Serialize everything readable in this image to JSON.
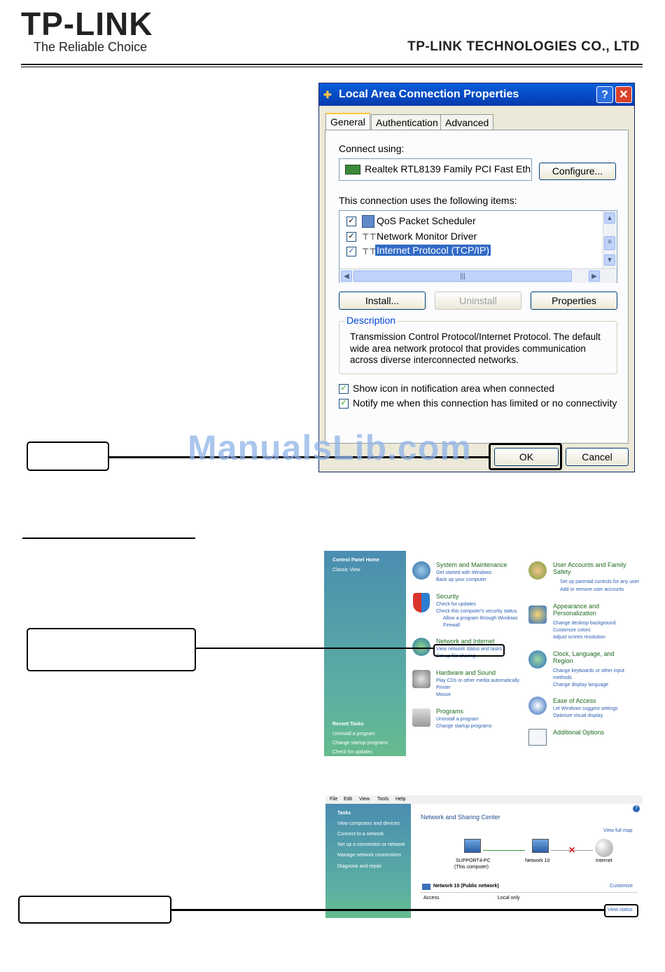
{
  "header": {
    "logo": "TP-LINK",
    "tagline": "The Reliable Choice",
    "company": "TP-LINK TECHNOLOGIES CO., LTD"
  },
  "watermark": "ManualsLib.com",
  "dialog": {
    "title": "Local Area Connection Properties",
    "help": "?",
    "close": "✕",
    "tabs": [
      "General",
      "Authentication",
      "Advanced"
    ],
    "connect_using_label": "Connect using:",
    "adapter": "Realtek RTL8139 Family PCI Fast Eth",
    "configure_button": "Configure...",
    "items_label": "This connection uses the following items:",
    "items": [
      "QoS Packet Scheduler",
      "Network Monitor Driver",
      "Internet Protocol (TCP/IP)"
    ],
    "install_button": "Install...",
    "uninstall_button": "Uninstall",
    "properties_button": "Properties",
    "description_legend": "Description",
    "description_text": "Transmission Control Protocol/Internet Protocol. The default wide area network protocol that provides communication across diverse interconnected networks.",
    "show_icon_label": "Show icon in notification area when connected",
    "notify_label": "Notify me when this connection has limited or no connectivity",
    "ok_button": "OK",
    "cancel_button": "Cancel"
  },
  "control_panel": {
    "sidebar_home": "Control Panel Home",
    "sidebar_classic": "Classic View",
    "recent_tasks": "Recent Tasks",
    "recent": [
      "Uninstall a program",
      "Change startup programs",
      "Check for updates"
    ],
    "left_categories": [
      {
        "title": "System and Maintenance",
        "links": [
          "Get started with Windows",
          "Back up your computer"
        ]
      },
      {
        "title": "Security",
        "links": [
          "Check for updates",
          "Check this computer's security status",
          "Allow a program through Windows Firewall"
        ]
      },
      {
        "title": "Network and Internet",
        "links": [
          "View network status and tasks",
          "Set up file sharing"
        ]
      },
      {
        "title": "Hardware and Sound",
        "links": [
          "Play CDs or other media automatically",
          "Printer",
          "Mouse"
        ]
      },
      {
        "title": "Programs",
        "links": [
          "Uninstall a program",
          "Change startup programs"
        ]
      }
    ],
    "right_categories": [
      {
        "title": "User Accounts and Family Safety",
        "links": [
          "Set up parental controls for any user",
          "Add or remove user accounts"
        ]
      },
      {
        "title": "Appearance and Personalization",
        "links": [
          "Change desktop background",
          "Customize colors",
          "Adjust screen resolution"
        ]
      },
      {
        "title": "Clock, Language, and Region",
        "links": [
          "Change keyboards or other input methods",
          "Change display language"
        ]
      },
      {
        "title": "Ease of Access",
        "links": [
          "Let Windows suggest settings",
          "Optimize visual display"
        ]
      },
      {
        "title": "Additional Options",
        "links": []
      }
    ]
  },
  "network_center": {
    "menu": [
      "File",
      "Edit",
      "View",
      "Tools",
      "Help"
    ],
    "tasks_title": "Tasks",
    "tasks": [
      "View computers and devices",
      "Connect to a network",
      "Set up a connection or network",
      "Manage network connections",
      "Diagnose and repair"
    ],
    "title": "Network and Sharing Center",
    "view_full_map": "View full map",
    "computer_name": "SUPPORT4-PC",
    "computer_sub": "(This computer)",
    "network_name": "Network 10",
    "internet": "Internet",
    "network_row": "Network 10 (Public network)",
    "customize": "Customize",
    "access_label": "Access",
    "access_value": "Local only",
    "view_status": "View status"
  }
}
